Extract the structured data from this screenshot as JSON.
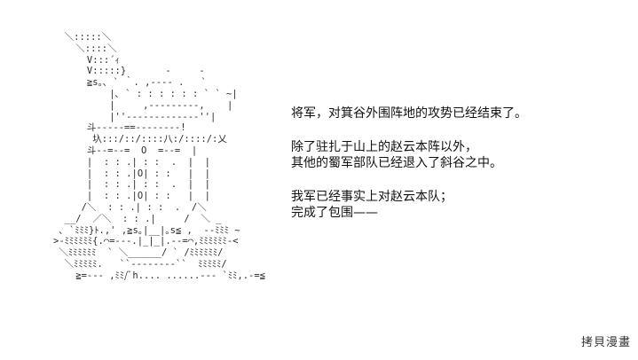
{
  "narration": {
    "line_1": "将军，对箕谷外围阵地的攻势已经结束了。",
    "line_2": "除了驻扎于山上的赵云本阵以外，",
    "line_3": "其他的蜀军部队已经退入了斜谷之中。",
    "line_4": "我军已经事实上对赵云本队；",
    "line_5": "完成了包围——"
  },
  "watermark": "拷貝漫畫"
}
